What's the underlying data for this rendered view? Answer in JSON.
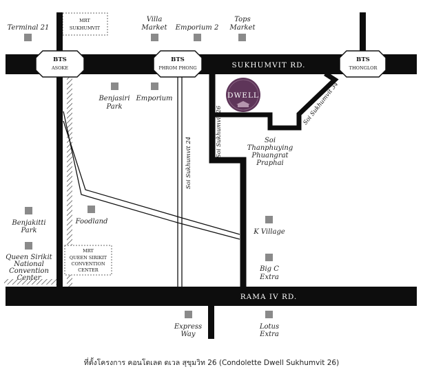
{
  "map": {
    "roads": {
      "sukhumvit": "SUKHUMVIT RD.",
      "rama4": "RAMA IV RD."
    },
    "bts": [
      {
        "top": "BTS",
        "bottom": "ASOKE"
      },
      {
        "top": "BTS",
        "bottom": "PHROM PHONG"
      },
      {
        "top": "BTS",
        "bottom": "THONGLOR"
      }
    ],
    "mrt": [
      {
        "lines": [
          "MRT",
          "SUKHUMVIT"
        ]
      },
      {
        "lines": [
          "MRT",
          "QUEEN SIRIKIT",
          "CONVENTION",
          "CENTER"
        ]
      }
    ],
    "sois": {
      "soi24": "Soi Sukhumvit 24",
      "soi26": "Soi Sukhumvit 26",
      "soi34": "Soi Sukhumvit 34"
    },
    "landmarks": {
      "terminal21": [
        "Terminal 21"
      ],
      "villa": [
        "Villa",
        "Market"
      ],
      "emporium2": [
        "Emporium 2"
      ],
      "tops": [
        "Tops",
        "Market"
      ],
      "benjasiri": [
        "Benjasiri",
        "Park"
      ],
      "emporium": [
        "Emporium"
      ],
      "thanphuying": [
        "Soi",
        "Thanphuying",
        "Phuangrat",
        "Praphai"
      ],
      "benjakitti": [
        "Benjakitti",
        "Park"
      ],
      "qsncc": [
        "Queen Sirikit",
        "National",
        "Convention",
        "Center"
      ],
      "foodland": [
        "Foodland"
      ],
      "kvillage": [
        "K Village"
      ],
      "bigc": [
        "Big C",
        "Extra"
      ],
      "expressway": [
        "Express",
        "Way"
      ],
      "lotus": [
        "Lotus",
        "Extra"
      ]
    },
    "project_logo": "DWELL",
    "colors": {
      "road": "#0d0d0d",
      "logo": "#5e3559",
      "poi": "#8a8a8a"
    }
  },
  "caption": "ที่ตั้งโครงการ คอนโดเลต ดเวล สุขุมวิท 26 (Condolette Dwell Sukhumvit 26)"
}
